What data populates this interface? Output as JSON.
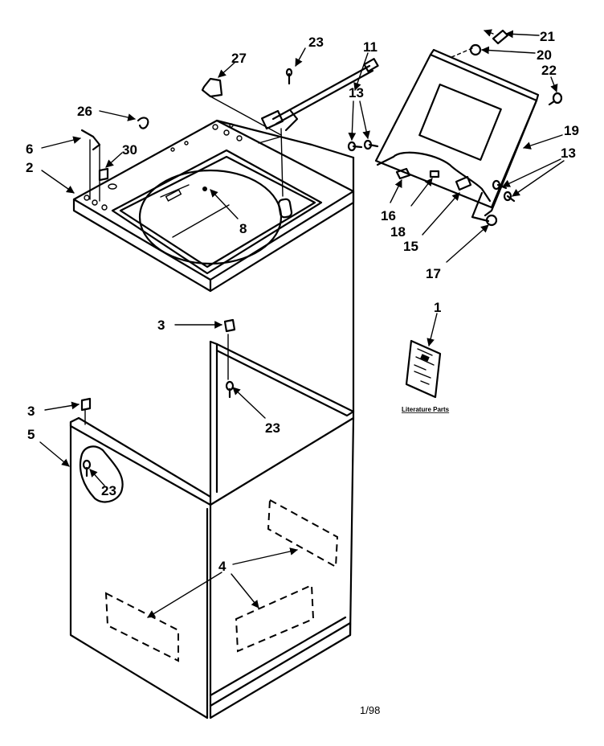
{
  "callouts": {
    "c1": "1",
    "c2": "2",
    "c3a": "3",
    "c3b": "3",
    "c4": "4",
    "c5": "5",
    "c6": "6",
    "c8": "8",
    "c11": "11",
    "c13a": "13",
    "c13b": "13",
    "c15": "15",
    "c16": "16",
    "c17": "17",
    "c18": "18",
    "c19": "19",
    "c20": "20",
    "c21": "21",
    "c22": "22",
    "c23a": "23",
    "c23b": "23",
    "c23c": "23",
    "c26": "26",
    "c27": "27",
    "c30": "30"
  },
  "literature_label": "Literature Parts",
  "date_code": "1/98"
}
